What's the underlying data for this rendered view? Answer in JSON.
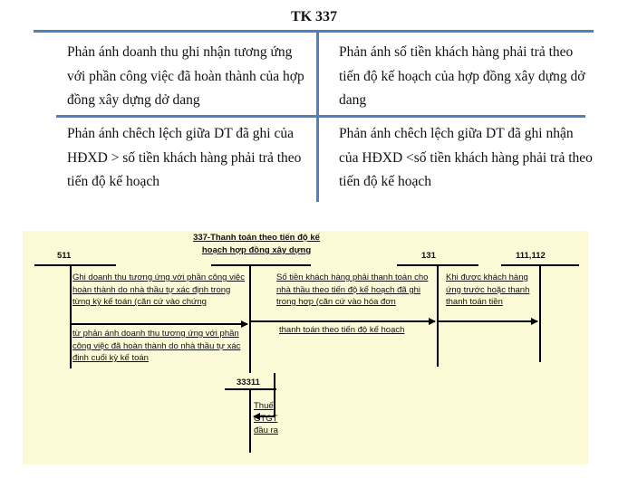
{
  "t_account": {
    "title": "TK 337",
    "debit_1": "Phản ánh doanh thu ghi nhận tương ứng với phần công việc đã hoàn thành của hợp đồng xây dựng dở dang",
    "credit_1": "Phản ánh số tiền khách hàng phải trả theo tiến độ kế hoạch của hợp đồng xây dựng dở dang",
    "debit_2": "Phản ánh chêch lệch giữa DT đã ghi của HĐXD > số tiền khách hàng phải trả theo tiến độ kế hoạch",
    "credit_2": "Phản ánh chêch lệch giữa DT đã ghi nhận của HĐXD <số tiền khách hàng phải trả theo tiến độ kế hoạch"
  },
  "diagram": {
    "accounts": {
      "a511": "511",
      "a337": "337-Thanh toán theo tiến độ kế hoạch hợp đồng xây dựng",
      "a131": "131",
      "a111": "111,112",
      "a33311": "33311"
    },
    "entries": {
      "e1": "Ghi doanh thu tương ứng với phần công việc hoàn thành do nhà thầu tự xác định trong từng kỳ kế toán (căn cứ vào chứng",
      "e2": "từ phản ánh doanh thu tương ứng với phần công việc đã hoàn thành do nhà thầu tự xác định cuối kỳ kế toán",
      "e3": "Số tiền khách hàng phải thanh toán cho nhà thầu theo tiến độ kế hoạch đã ghi trong hợp (căn cứ vào hóa đơn",
      "e4": "thanh toán theo tiến độ kế hoạch",
      "e5": "Khi được khách hàng ứng trước hoặc thanh thanh toán tiền",
      "e6": "Thuế GTGT đầu ra"
    }
  }
}
